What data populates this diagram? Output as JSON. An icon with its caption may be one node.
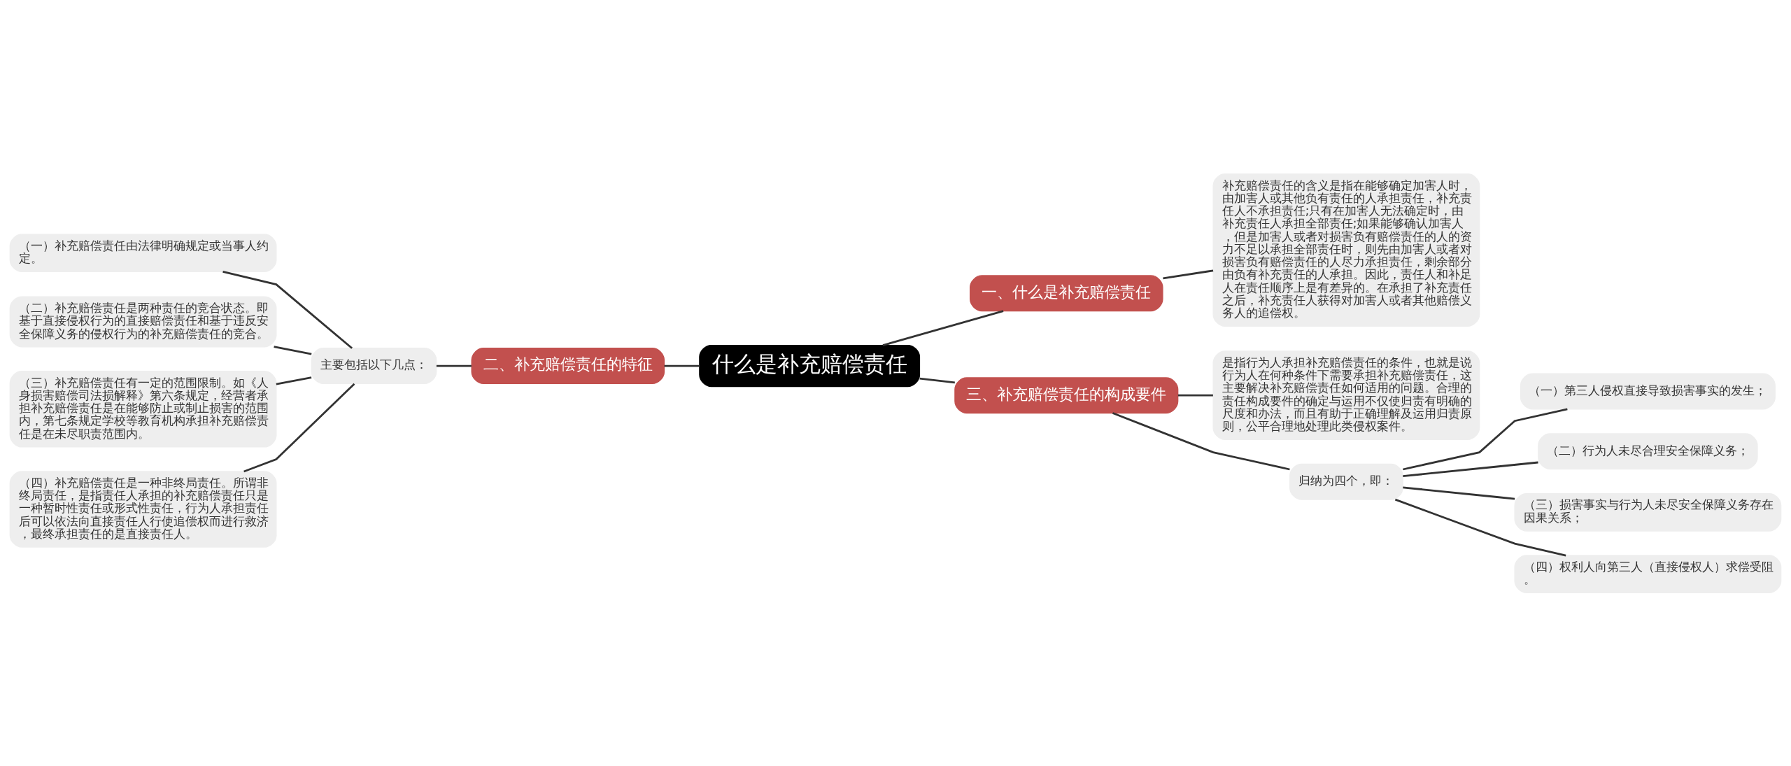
{
  "diagram": {
    "nodes": [
      {
        "text": [
          "什么是补充赔偿责任"
        ]
      },
      {
        "text": [
          "一、什么是补充赔偿责任"
        ]
      },
      {
        "text": [
          "补充赔偿责任的含义是指在能够确定加害人时，由加害人或其他负有责任的人承担责任，补充责任人不承担责任;只有在加害人无法确定时，由补充责任人承担全部责任;如果能够确认加害人，但是加害人或者对损害负有赔偿责任的人的资力不足以承担全部责任时，则先由加害人或者对损害负有赔偿责任的人尽力承担责任，剩余部分由负有补充责任的人承担。因此，责任人和补足人在责任顺序上是有差异的。在承担了补充责任之后，补充责任人获得对加害人或者其他赔偿义务人的追偿权。"
        ]
      },
      {
        "text": [
          "二、补充赔偿责任的特征"
        ]
      },
      {
        "text": [
          "主要包括以下几点："
        ]
      },
      {
        "text": [
          "（一）补充赔偿责任由法律明确规定或当事人约定。"
        ]
      },
      {
        "text": [
          "（二）补充赔偿责任是两种责任的竞合状态。即基于直接侵权行为的直接赔偿责任和基于违反安全保障义务的侵权行为的补充赔偿责任的竞合。"
        ]
      },
      {
        "text": [
          "（三）补充赔偿责任有一定的范围限制。如《人身损害赔偿司法损解释》第六条规定，经营者承担补充赔偿责任是在能够防止或制止损害的范围内，第七条规定学校等教育机构承担补充赔偿责任是在未尽职责范围内。"
        ]
      },
      {
        "text": [
          "（四）补充赔偿责任是一种非终局责任。所谓非终局责任，是指责任人承担的补充赔偿责任只是一种暂时性责任或形式性责任，行为人承担责任后可以依法向直接责任人行使追偿权而进行救济，最终承担责任的是直接责任人。"
        ]
      },
      {
        "text": [
          "三、补充赔偿责任的构成要件"
        ]
      },
      {
        "text": [
          "是指行为人承担补充赔偿责任的条件，也就是说行为人在何种条件下需要承担补充赔偿责任，这主要解决补充赔偿责任如何适用的问题。合理的责任构成要件的确定与运用不仅使归责有明确的尺度和办法，而且有助于正确理解及运用归责原则，公平合理地处理此类侵权案件。"
        ]
      },
      {
        "text": [
          "归纳为四个，即："
        ]
      },
      {
        "text": [
          "（一）第三人侵权直接导致损害事实的发生；"
        ]
      },
      {
        "text": [
          "（二）行为人未尽合理安全保障义务；"
        ]
      },
      {
        "text": [
          "（三）损害事实与行为人未尽安全保障义务存在因果关系；"
        ]
      },
      {
        "text": [
          "（四）权利人向第三人（直接侵权人）求偿受阻。"
        ]
      }
    ],
    "edges": [
      {
        "from": 0,
        "to": 1,
        "arrow": "none"
      },
      {
        "from": 1,
        "to": 2,
        "arrow": "none"
      },
      {
        "from": 0,
        "to": 3,
        "arrow": "none"
      },
      {
        "from": 3,
        "to": 4,
        "arrow": "none"
      },
      {
        "from": 4,
        "to": 5,
        "arrow": "none"
      },
      {
        "from": 4,
        "to": 6,
        "arrow": "none"
      },
      {
        "from": 4,
        "to": 7,
        "arrow": "none"
      },
      {
        "from": 4,
        "to": 8,
        "arrow": "none"
      },
      {
        "from": 0,
        "to": 9,
        "arrow": "none"
      },
      {
        "from": 9,
        "to": 10,
        "arrow": "none"
      },
      {
        "from": 9,
        "to": 11,
        "arrow": "none"
      },
      {
        "from": 11,
        "to": 12,
        "arrow": "none"
      },
      {
        "from": 11,
        "to": 13,
        "arrow": "none"
      },
      {
        "from": 11,
        "to": 14,
        "arrow": "none"
      },
      {
        "from": 11,
        "to": 15,
        "arrow": "none"
      }
    ]
  }
}
